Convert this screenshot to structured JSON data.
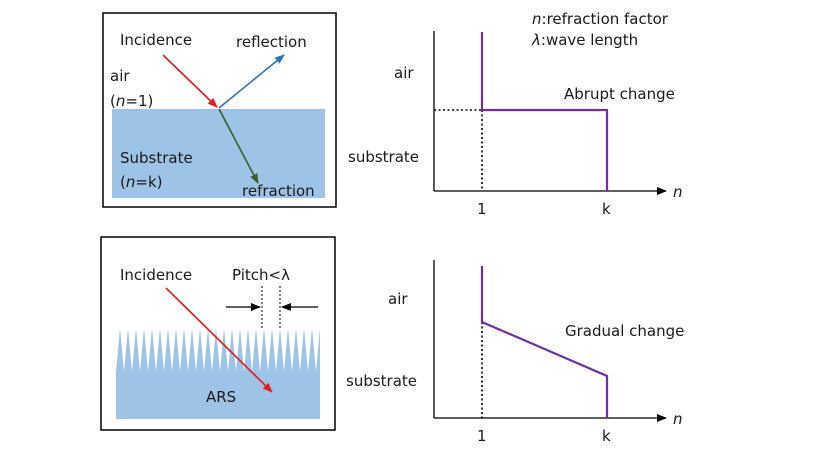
{
  "legend": {
    "line1_var": "n",
    "line1_text": ":refraction factor",
    "line2_var": "λ",
    "line2_text": ":wave length"
  },
  "top_panel": {
    "incidence": "Incidence",
    "reflection": "reflection",
    "air": "air",
    "air_index_open": "(",
    "air_index_var": "n",
    "air_index_rest": "=1)",
    "substrate": "Substrate",
    "substrate_index_open": "(",
    "substrate_index_var": "n",
    "substrate_index_rest": "=k)",
    "refraction": "refraction"
  },
  "bottom_panel": {
    "incidence": "Incidence",
    "pitch": "Pitch<λ",
    "ars": "ARS"
  },
  "top_graph": {
    "y_air": "air",
    "y_substrate": "substrate",
    "annotation": "Abrupt change",
    "tick_1": "1",
    "tick_k": "k",
    "axis_var": "n"
  },
  "bottom_graph": {
    "y_air": "air",
    "y_substrate": "substrate",
    "annotation": "Gradual change",
    "tick_1": "1",
    "tick_k": "k",
    "axis_var": "n"
  },
  "colors": {
    "substrate_fill": "#9dc3e6",
    "incident_ray": "#e41a1c",
    "reflected_ray": "#2e75b6",
    "refracted_ray": "#3b5e2b",
    "index_profile": "#7030a0"
  }
}
